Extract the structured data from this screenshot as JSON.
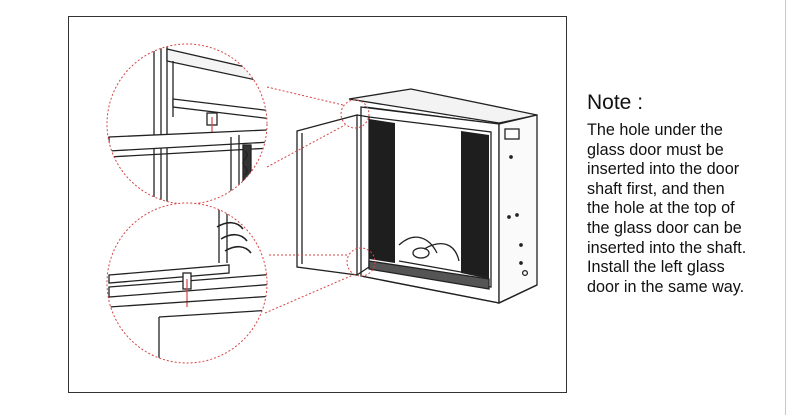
{
  "note": {
    "title": "Note :",
    "lines": [
      "The hole under the",
      "glass door must be",
      "inserted into the door",
      "shaft first, and then",
      "the hole at the top of",
      "the glass door can be",
      "inserted into the shaft.",
      "Install the left glass",
      "door in the same way."
    ]
  },
  "colors": {
    "callout": "#d64545",
    "line": "#222222",
    "frame": "#333333",
    "background": "#ffffff"
  }
}
